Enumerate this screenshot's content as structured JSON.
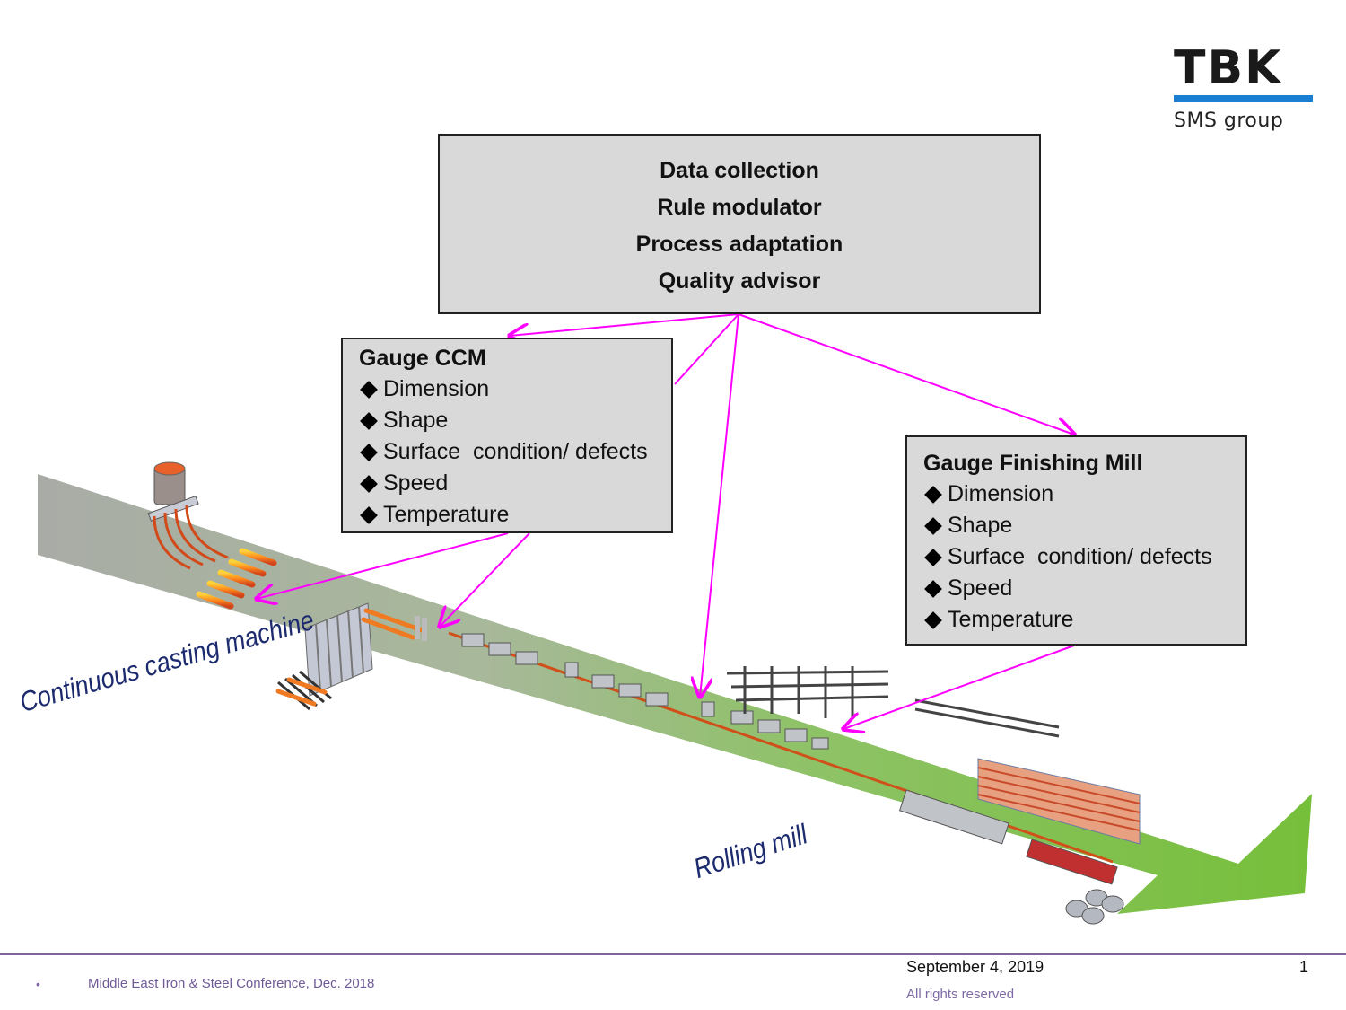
{
  "logo": {
    "name": "TBK",
    "subtitle": "SMS group",
    "bar_color": "#1a7fd0"
  },
  "central_box": {
    "lines": [
      "Data collection",
      "Rule modulator",
      "Process adaptation",
      "Quality advisor"
    ]
  },
  "gauge_ccm": {
    "title": "Gauge CCM",
    "items": [
      "Dimension",
      "Shape",
      "Surface  condition/ defects",
      "Speed",
      "Temperature"
    ]
  },
  "gauge_finishing_mill": {
    "title": "Gauge Finishing Mill",
    "items": [
      "Dimension",
      "Shape",
      "Surface  condition/ defects",
      "Speed",
      "Temperature"
    ]
  },
  "process_labels": {
    "continuous_casting": "Continuous casting machine",
    "rolling_mill": "Rolling mill"
  },
  "colors": {
    "arrow": "#ff00ff",
    "band_gray": "#b4b8ae",
    "band_green": "#7cc140",
    "label_text": "#1c2a6e",
    "footer_line": "#8064a2"
  },
  "footer": {
    "bullet": "•",
    "conference": "Middle East Iron & Steel Conference, Dec. 2018",
    "date": "September 4, 2019",
    "page_number": "1",
    "rights": "All rights reserved"
  }
}
